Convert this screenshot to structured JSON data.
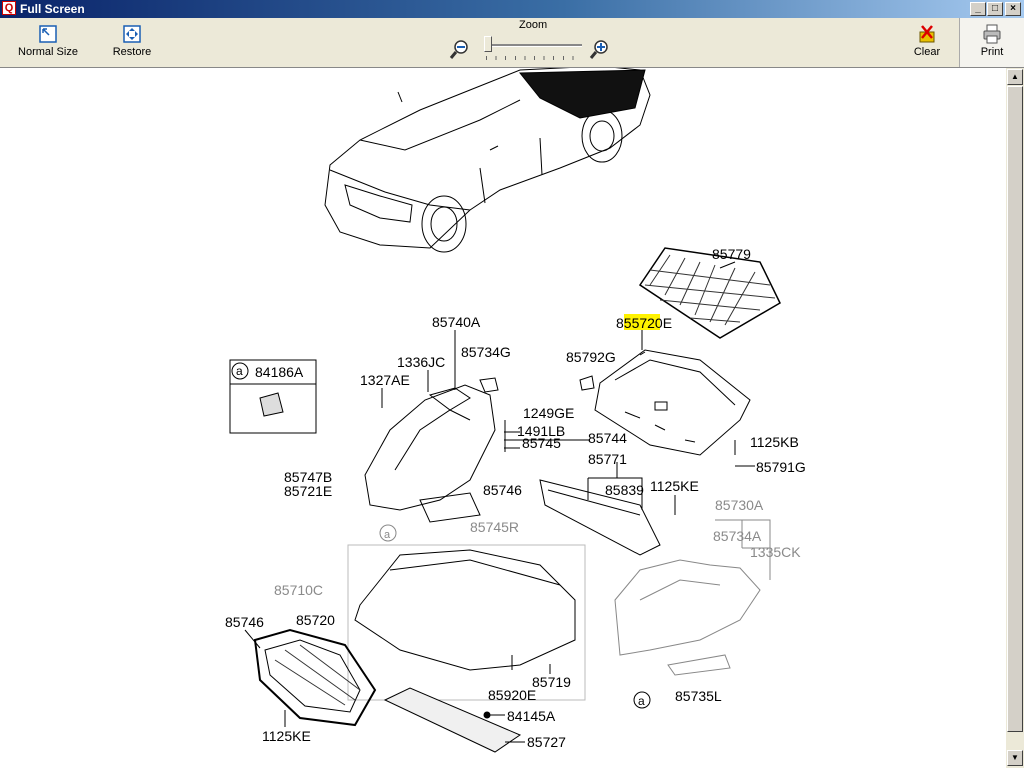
{
  "window": {
    "title": "Full Screen",
    "app_icon": "Q",
    "controls": {
      "minimize": "_",
      "maximize": "□",
      "close": "×"
    }
  },
  "toolbar": {
    "normal_size": "Normal Size",
    "restore": "Restore",
    "zoom_label": "Zoom",
    "zoom_level": 0,
    "clear": "Clear",
    "print": "Print"
  },
  "diagram": {
    "labels": {
      "p85779": "85779",
      "p85720e_pre": "85",
      "p85720e_hl": "5720",
      "p85720e_post": "E",
      "p85740a": "85740A",
      "p1336jc": "1336JC",
      "p85734g": "85734G",
      "p85792g": "85792G",
      "p84186a": "84186A",
      "circle_a": "a",
      "p1327ae": "1327AE",
      "p1249ge": "1249GE",
      "p1491lb": "1491LB",
      "p85745": "85745",
      "p85744": "85744",
      "p1125kb": "1125KB",
      "p85791g": "85791G",
      "p85771": "85771",
      "p85747b": "85747B",
      "p85721e": "85721E",
      "p85746a": "85746",
      "p85839": "85839",
      "p1125ke_a": "1125KE",
      "p85730a": "85730A",
      "p85745r": "85745R",
      "p85734a": "85734A",
      "p1335ck": "1335CK",
      "p85710c": "85710C",
      "p85746b": "85746",
      "p85720": "85720",
      "p85719": "85719",
      "p85920e": "85920E",
      "p85735l": "85735L",
      "p84145a": "84145A",
      "p1125ke_b": "1125KE",
      "p85727": "85727"
    }
  }
}
